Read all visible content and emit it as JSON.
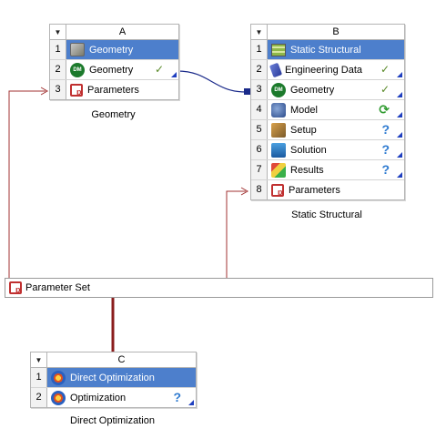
{
  "systems": {
    "a": {
      "letter": "A",
      "caption": "Geometry",
      "rows": [
        {
          "num": "1",
          "label": "Geometry",
          "icon": "geometry-system-icon",
          "status": ""
        },
        {
          "num": "2",
          "label": "Geometry",
          "icon": "designmodeler-icon",
          "status": "check"
        },
        {
          "num": "3",
          "label": "Parameters",
          "icon": "parameters-icon",
          "status": ""
        }
      ]
    },
    "b": {
      "letter": "B",
      "caption": "Static Structural",
      "rows": [
        {
          "num": "1",
          "label": "Static Structural",
          "icon": "static-structural-icon",
          "status": ""
        },
        {
          "num": "2",
          "label": "Engineering Data",
          "icon": "engineering-data-icon",
          "status": "check"
        },
        {
          "num": "3",
          "label": "Geometry",
          "icon": "designmodeler-icon",
          "status": "check"
        },
        {
          "num": "4",
          "label": "Model",
          "icon": "model-icon",
          "status": "refresh"
        },
        {
          "num": "5",
          "label": "Setup",
          "icon": "setup-icon",
          "status": "question"
        },
        {
          "num": "6",
          "label": "Solution",
          "icon": "solution-icon",
          "status": "question"
        },
        {
          "num": "7",
          "label": "Results",
          "icon": "results-icon",
          "status": "question"
        },
        {
          "num": "8",
          "label": "Parameters",
          "icon": "parameters-icon",
          "status": ""
        }
      ]
    },
    "c": {
      "letter": "C",
      "caption": "Direct Optimization",
      "rows": [
        {
          "num": "1",
          "label": "Direct Optimization",
          "icon": "direct-optimization-icon",
          "status": ""
        },
        {
          "num": "2",
          "label": "Optimization",
          "icon": "optimization-icon",
          "status": "question"
        }
      ]
    }
  },
  "parameter_set": {
    "label": "Parameter Set",
    "icon": "parameters-icon"
  },
  "glyphs": {
    "check": "✓",
    "question": "?",
    "refresh": "⟳",
    "menu_arrow": "▼"
  },
  "colors": {
    "selected_row": "#4d7fcc",
    "param_link": "#a03030",
    "geometry_link": "#1a2a8a"
  }
}
